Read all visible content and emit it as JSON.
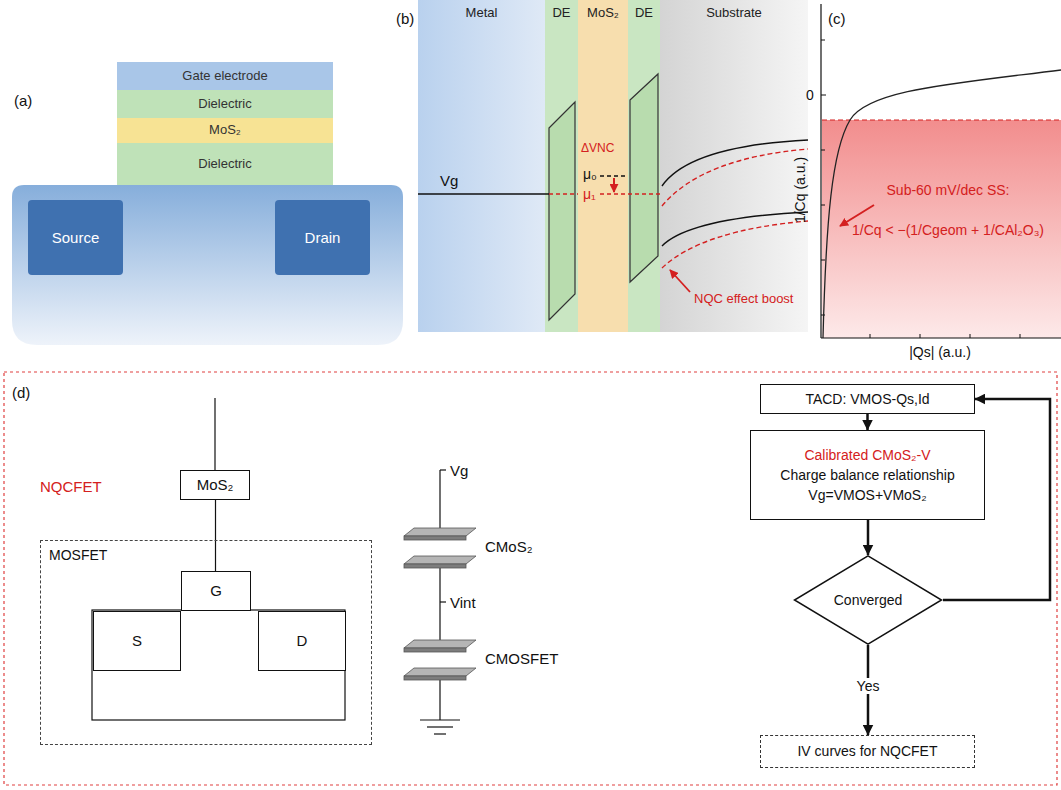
{
  "diagram": {
    "nodes": [
      {
        "text": [
          "Gate electrode"
        ]
      },
      {
        "text": [
          "Dielectric"
        ]
      },
      {
        "text": [
          "MoS₂"
        ]
      },
      {
        "text": [
          "Dielectric"
        ]
      },
      {
        "text": [
          "Source"
        ]
      },
      {
        "text": [
          "Drain"
        ]
      },
      {
        "text": [
          "Metal"
        ]
      },
      {
        "text": [
          "DE"
        ]
      },
      {
        "text": [
          "MoS₂"
        ]
      },
      {
        "text": [
          "DE"
        ]
      },
      {
        "text": [
          "Substrate"
        ]
      },
      {
        "text": [
          "Sub-60 mV/dec SS:",
          "1/Cq < −(1/Cgeom + 1/CAl₂O₃)"
        ]
      },
      {
        "text": [
          "MoS₂"
        ]
      },
      {
        "text": [
          "MOSFET"
        ]
      },
      {
        "text": [
          "G"
        ],
        "in": 13
      },
      {
        "text": [
          "S"
        ],
        "in": 13
      },
      {
        "text": [
          "D"
        ],
        "in": 13
      },
      {
        "text": [
          "TACD: VMOS-Qs,Id"
        ]
      },
      {
        "text": [
          "Calibrated CMoS₂-V",
          "Charge balance relationship",
          "Vg=VMOS+VMoS₂"
        ]
      },
      {
        "text": [
          "Converged"
        ]
      },
      {
        "text": [
          "IV curves for NQCFET"
        ]
      }
    ],
    "edges": [
      {
        "from": 12,
        "to": 14,
        "arrow": "none"
      },
      {
        "from": 17,
        "to": 18,
        "arrow": "to"
      },
      {
        "from": 18,
        "to": 19,
        "arrow": "to"
      },
      {
        "from": 19,
        "to": 17,
        "arrow": "to"
      },
      {
        "from": 19,
        "to": 20,
        "label": "Yes",
        "arrow": "to"
      }
    ],
    "labels": [
      "(a)",
      "(b)",
      "(c)",
      "(d)",
      "Vg",
      "μ₀",
      "μ₁",
      "ΔVNC",
      "NQC effect boost",
      "0",
      "1/Cq (a.u.)",
      "|Qs| (a.u.)",
      "NQCFET",
      "Vg",
      "CMoS₂",
      "Vint",
      "CMOSFET"
    ]
  }
}
